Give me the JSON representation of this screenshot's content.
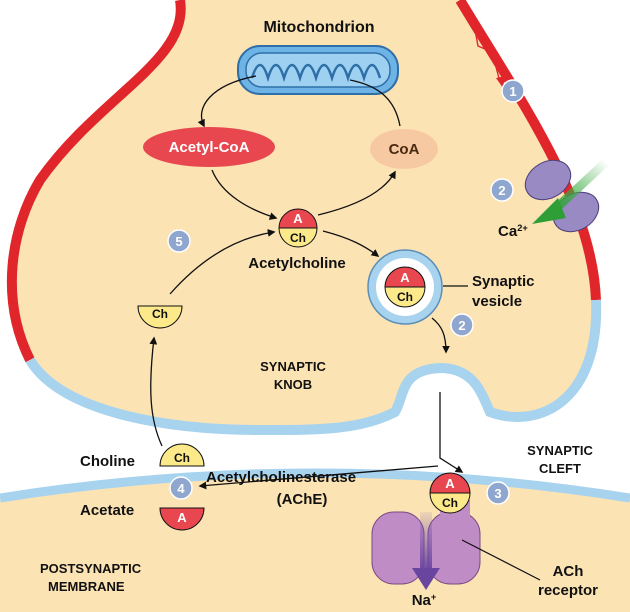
{
  "labels": {
    "mitochondrion": "Mitochondrion",
    "acetyl_coa": "Acetyl-CoA",
    "coa": "CoA",
    "acetylcholine": "Acetylcholine",
    "synaptic_vesicle_line1": "Synaptic",
    "synaptic_vesicle_line2": "vesicle",
    "synaptic_knob_line1": "SYNAPTIC",
    "synaptic_knob_line2": "KNOB",
    "synaptic_cleft_line1": "SYNAPTIC",
    "synaptic_cleft_line2": "CLEFT",
    "choline": "Choline",
    "acetate": "Acetate",
    "ache_line1": "Acetylcholinesterase",
    "ache_line2": "(AChE)",
    "postsynaptic_line1": "POSTSYNAPTIC",
    "postsynaptic_line2": "MEMBRANE",
    "ach_receptor_line1": "ACh",
    "ach_receptor_line2": "receptor",
    "calcium": "Ca",
    "calcium_charge": "2+",
    "sodium": "Na",
    "sodium_charge": "+",
    "a_symbol": "A",
    "ch_symbol": "Ch"
  },
  "steps": [
    "1",
    "2",
    "2",
    "3",
    "4",
    "5"
  ],
  "colors": {
    "cytoplasm": "#fbe3b4",
    "membrane_red": "#e0262b",
    "membrane_blue": "#a8d3ee",
    "acetyl_red": "#e8474f",
    "choline_yellow": "#fbe98a",
    "coa_peach": "#f7c9a3",
    "mito_blue": "#6eb3e6",
    "step_circle": "#8fa6cf",
    "receptor_purple": "#c08cc6",
    "channel_purple": "#9a8ac4",
    "arrow_green": "#3fae46",
    "sodium_arrow": "#7a55a8"
  }
}
